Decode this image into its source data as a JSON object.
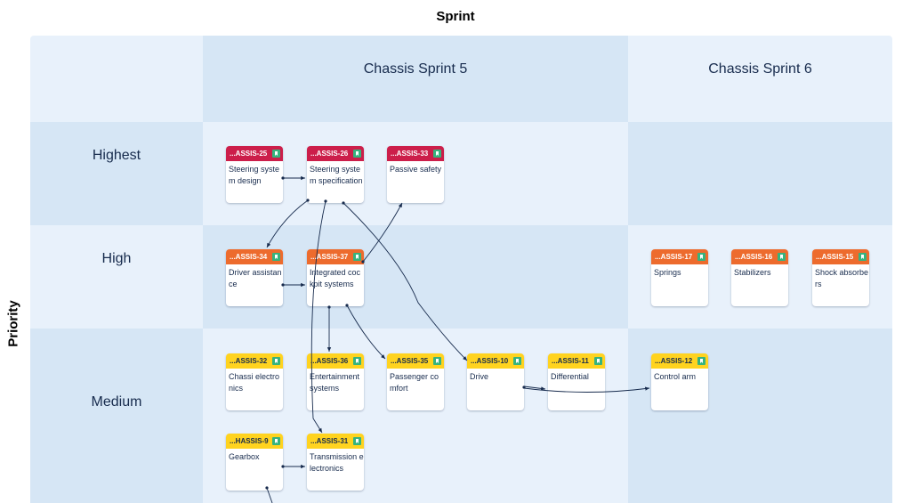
{
  "x_axis_title": "Sprint",
  "y_axis_title": "Priority",
  "sprints": [
    "Chassis Sprint 5",
    "Chassis Sprint 6"
  ],
  "priorities": [
    "Highest",
    "High",
    "Medium"
  ],
  "colors": {
    "highest": "#cc1e4a",
    "high": "#ed6b2d",
    "medium": "#ffd31f",
    "story_icon": "#36b37e",
    "band_dark": "#d6e6f5",
    "band_light": "#e8f1fb"
  },
  "cards": [
    {
      "key": "...ASSIS-25",
      "title": "Steering system design",
      "priority": "Highest",
      "icon": "bookmark-icon"
    },
    {
      "key": "...ASSIS-26",
      "title": "Steering system specification",
      "priority": "Highest",
      "icon": "bookmark-icon"
    },
    {
      "key": "...ASSIS-33",
      "title": "Passive safety",
      "priority": "Highest",
      "icon": "bookmark-icon"
    },
    {
      "key": "...ASSIS-34",
      "title": "Driver assistance",
      "priority": "High",
      "icon": "bookmark-icon"
    },
    {
      "key": "...ASSIS-37",
      "title": "Integrated cockpit systems",
      "priority": "High",
      "icon": "bookmark-icon"
    },
    {
      "key": "...ASSIS-17",
      "title": "Springs",
      "priority": "High",
      "icon": "bookmark-icon"
    },
    {
      "key": "...ASSIS-16",
      "title": "Stabilizers",
      "priority": "High",
      "icon": "bookmark-icon"
    },
    {
      "key": "...ASSIS-15",
      "title": "Shock absorbers",
      "priority": "High",
      "icon": "bookmark-icon"
    },
    {
      "key": "...ASSIS-32",
      "title": "Chassi electronics",
      "priority": "Medium",
      "icon": "bookmark-icon"
    },
    {
      "key": "...ASSIS-36",
      "title": "Entertainment systems",
      "priority": "Medium",
      "icon": "bookmark-icon"
    },
    {
      "key": "...ASSIS-35",
      "title": "Passenger comfort",
      "priority": "Medium",
      "icon": "bookmark-icon"
    },
    {
      "key": "...ASSIS-10",
      "title": "Drive",
      "priority": "Medium",
      "icon": "bookmark-icon"
    },
    {
      "key": "...ASSIS-11",
      "title": "Differential",
      "priority": "Medium",
      "icon": "bookmark-icon"
    },
    {
      "key": "...ASSIS-12",
      "title": "Control arm",
      "priority": "Medium",
      "icon": "bookmark-icon"
    },
    {
      "key": "...HASSIS-9",
      "title": "Gearbox",
      "priority": "Medium",
      "icon": "bookmark-icon"
    },
    {
      "key": "...ASSIS-31",
      "title": "Transmission electronics",
      "priority": "Medium",
      "icon": "bookmark-icon"
    }
  ]
}
